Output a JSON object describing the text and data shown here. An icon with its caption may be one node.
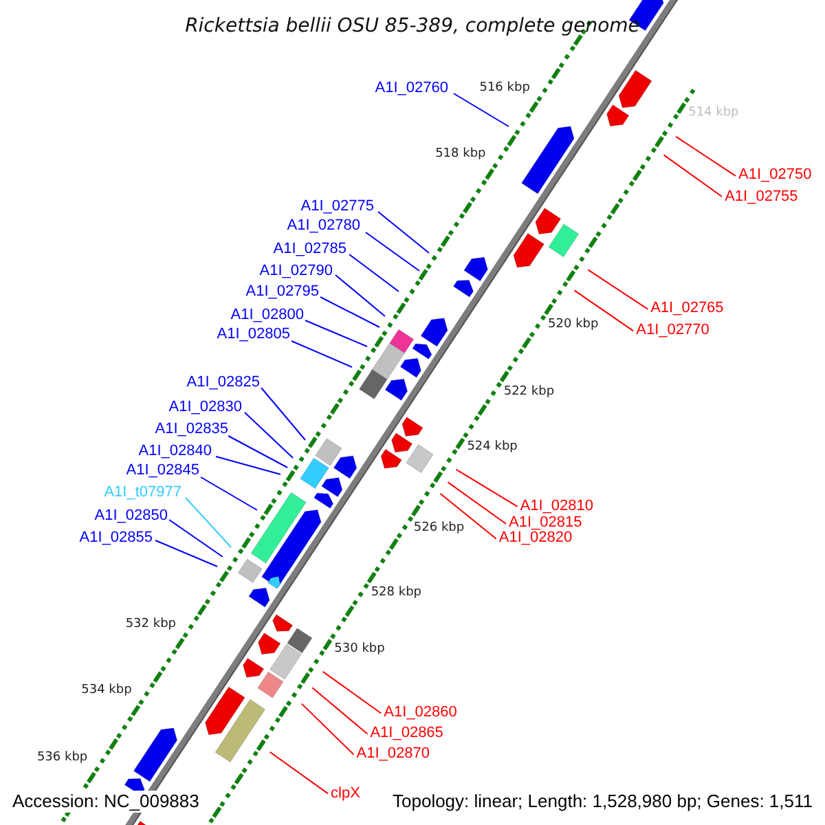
{
  "diagram": {
    "title": "Rickettsia bellii OSU 85-389, complete genome",
    "nodes": [
      {
        "text": [
          "A1I_02760"
        ]
      },
      {
        "text": [
          "A1I_02750"
        ]
      },
      {
        "text": [
          "A1I_02755"
        ]
      },
      {
        "text": [
          "A1I_02775"
        ]
      },
      {
        "text": [
          "A1I_02780"
        ]
      },
      {
        "text": [
          "A1I_02785"
        ]
      },
      {
        "text": [
          "A1I_02790"
        ]
      },
      {
        "text": [
          "A1I_02795"
        ]
      },
      {
        "text": [
          "A1I_02765"
        ]
      },
      {
        "text": [
          "A1I_02800"
        ]
      },
      {
        "text": [
          "A1I_02770"
        ]
      },
      {
        "text": [
          "A1I_02805"
        ]
      },
      {
        "text": [
          "A1I_02825"
        ]
      },
      {
        "text": [
          "A1I_02830"
        ]
      },
      {
        "text": [
          "A1I_02835"
        ]
      },
      {
        "text": [
          "A1I_02840"
        ]
      },
      {
        "text": [
          "A1I_02845"
        ]
      },
      {
        "text": [
          "A1I_t07977"
        ]
      },
      {
        "text": [
          "A1I_02810"
        ]
      },
      {
        "text": [
          "A1I_02850"
        ]
      },
      {
        "text": [
          "A1I_02815"
        ]
      },
      {
        "text": [
          "A1I_02820"
        ]
      },
      {
        "text": [
          "A1I_02855"
        ]
      },
      {
        "text": [
          "A1I_02860"
        ]
      },
      {
        "text": [
          "A1I_02865"
        ]
      },
      {
        "text": [
          "A1I_02870"
        ]
      },
      {
        "text": [
          "clpX"
        ]
      }
    ],
    "edges": [
      {
        "from": 0,
        "to": null,
        "arrow": "none"
      },
      {
        "from": 1,
        "to": null,
        "arrow": "none",
        "color": "#ff0000"
      },
      {
        "from": 2,
        "to": null,
        "arrow": "none",
        "color": "#ff0000"
      },
      {
        "from": 3,
        "to": null,
        "arrow": "none"
      },
      {
        "from": 4,
        "to": null,
        "arrow": "none"
      },
      {
        "from": 5,
        "to": null,
        "arrow": "none"
      },
      {
        "from": 6,
        "to": null,
        "arrow": "none"
      },
      {
        "from": 7,
        "to": null,
        "arrow": "none"
      },
      {
        "from": 8,
        "to": null,
        "arrow": "none",
        "color": "#ff0000"
      },
      {
        "from": 9,
        "to": null,
        "arrow": "none"
      },
      {
        "from": 10,
        "to": null,
        "arrow": "none",
        "color": "#ff0000"
      },
      {
        "from": 11,
        "to": null,
        "arrow": "none"
      },
      {
        "from": 12,
        "to": null,
        "arrow": "none"
      },
      {
        "from": 13,
        "to": null,
        "arrow": "none"
      },
      {
        "from": 14,
        "to": null,
        "arrow": "none"
      },
      {
        "from": 15,
        "to": null,
        "arrow": "none"
      },
      {
        "from": 16,
        "to": null,
        "arrow": "none"
      },
      {
        "from": 17,
        "to": null,
        "arrow": "none",
        "color": "#33ccff"
      },
      {
        "from": 18,
        "to": null,
        "arrow": "none",
        "color": "#ff0000"
      },
      {
        "from": 19,
        "to": null,
        "arrow": "none"
      },
      {
        "from": 20,
        "to": null,
        "arrow": "none",
        "color": "#ff0000"
      },
      {
        "from": 21,
        "to": null,
        "arrow": "none",
        "color": "#ff0000"
      },
      {
        "from": 22,
        "to": null,
        "arrow": "none"
      },
      {
        "from": 23,
        "to": null,
        "arrow": "none",
        "color": "#ff0000"
      },
      {
        "from": 24,
        "to": null,
        "arrow": "none",
        "color": "#ff0000"
      },
      {
        "from": 25,
        "to": null,
        "arrow": "none",
        "color": "#ff0000"
      },
      {
        "from": 26,
        "to": null,
        "arrow": "none",
        "color": "#ff0000"
      }
    ],
    "labels": [
      "514 kbp",
      "516 kbp",
      "518 kbp",
      "520 kbp",
      "522 kbp",
      "524 kbp",
      "526 kbp",
      "528 kbp",
      "530 kbp",
      "532 kbp",
      "534 kbp",
      "536 kbp",
      "Accession: NC_009883",
      "Topology: linear; Length: 1,528,980 bp; Genes: 1,511"
    ]
  }
}
